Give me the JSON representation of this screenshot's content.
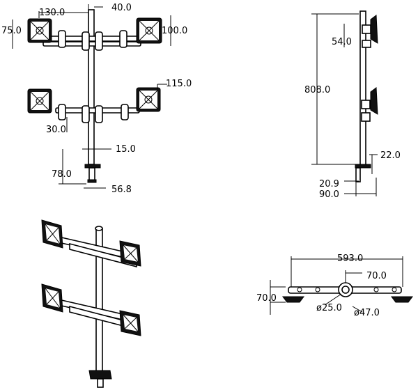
{
  "front_view": {
    "dim_arm_length": "130.0",
    "dim_pole_offset": "40.0",
    "dim_plate_left": "75.0",
    "dim_plate_right": "100.0",
    "dim_arm_reach": "115.0",
    "dim_arm_drop": "30.0",
    "dim_clamp_top": "15.0",
    "dim_clamp_height": "78.0",
    "dim_clamp_width": "56.8"
  },
  "side_view": {
    "dim_plate_offset": "54.0",
    "dim_total_height": "808.0",
    "dim_clamp_gap": "22.0",
    "dim_clamp_depth": "20.9",
    "dim_base_depth": "90.0"
  },
  "top_view": {
    "dim_span": "593.0",
    "dim_center": "70.0",
    "dim_depth": "70.0",
    "dim_pole_dia": "ø25.0",
    "dim_collar_dia": "ø47.0"
  }
}
